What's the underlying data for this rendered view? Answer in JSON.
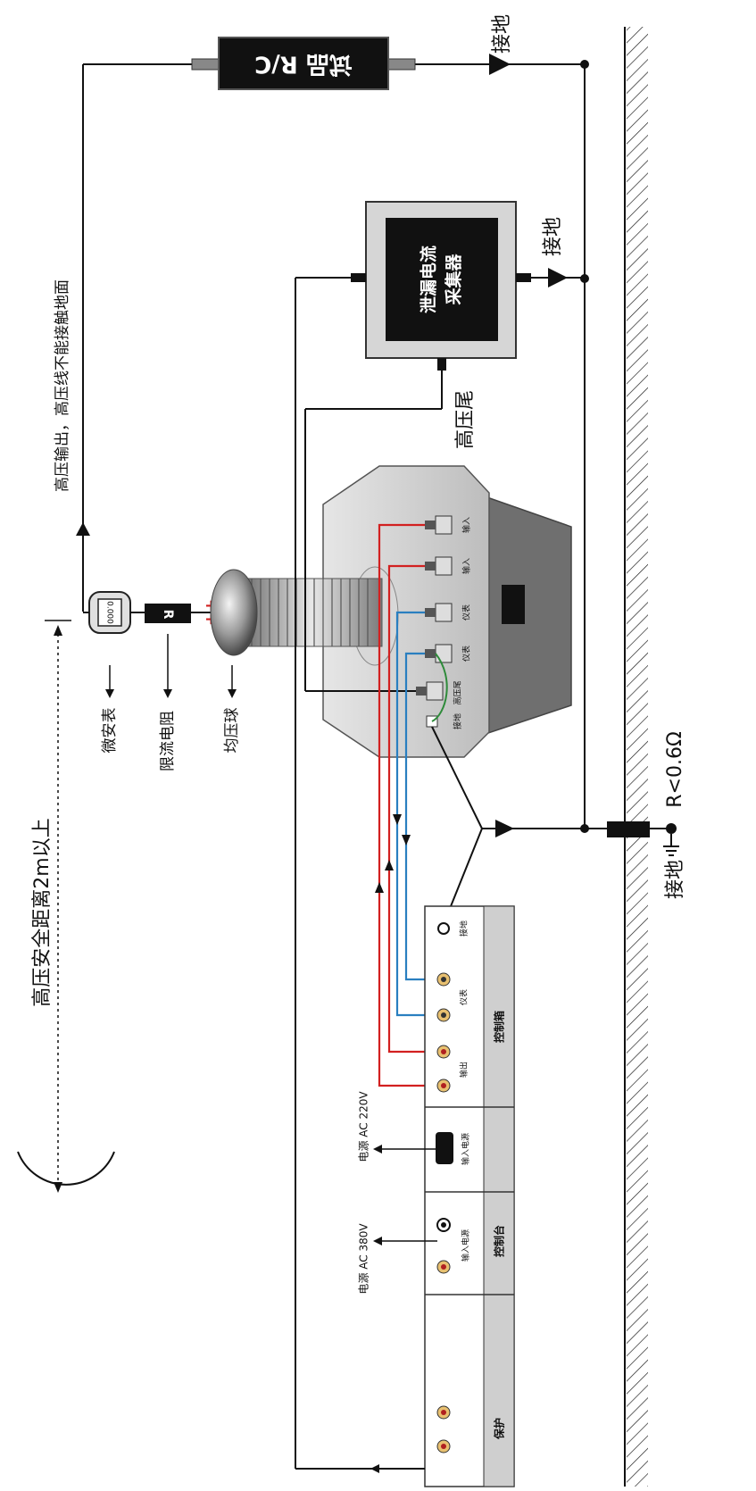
{
  "colors": {
    "wire": "#111111",
    "red_wire": "#d22020",
    "blue_wire": "#2a7fc0",
    "green_wire": "#2e8b3a",
    "panel": "#cfcfcf",
    "panel_dark": "#6f6f6f",
    "transformer_body": "#c8c8c8"
  },
  "labels": {
    "safety_distance": "高压安全距离2m以上",
    "hv_output": "高压输出，高压线不能接触地面",
    "ground_top": "接地",
    "test_object": "试品 R/C",
    "ground_collector": "接地",
    "collector_line1": "泄漏电流",
    "collector_line2": "采集器",
    "hv_tail": "高压尾",
    "microammeter": "微安表",
    "current_resistor": "限流电阻",
    "pressure_ball": "均压球",
    "resistor_symbol": "R",
    "meter_reading": "0.000",
    "ground_bottom": "接地",
    "resistance_spec": "R<0.6Ω",
    "plus_sign": "++"
  },
  "transformer": {
    "terminals": [
      "输入",
      "输入",
      "仪表",
      "仪表",
      "高压尾",
      "接地"
    ]
  },
  "console": {
    "protect_title": "保护",
    "control_desk_title": "控制台",
    "control_box_title": "控制箱",
    "input_power_380": "输入电源",
    "input_power_220": "输入电源",
    "power_380": "电源 AC 380V",
    "power_220": "电源 AC 220V",
    "output_label": "输出",
    "meter_label": "仪表",
    "ground_label": "接地"
  }
}
